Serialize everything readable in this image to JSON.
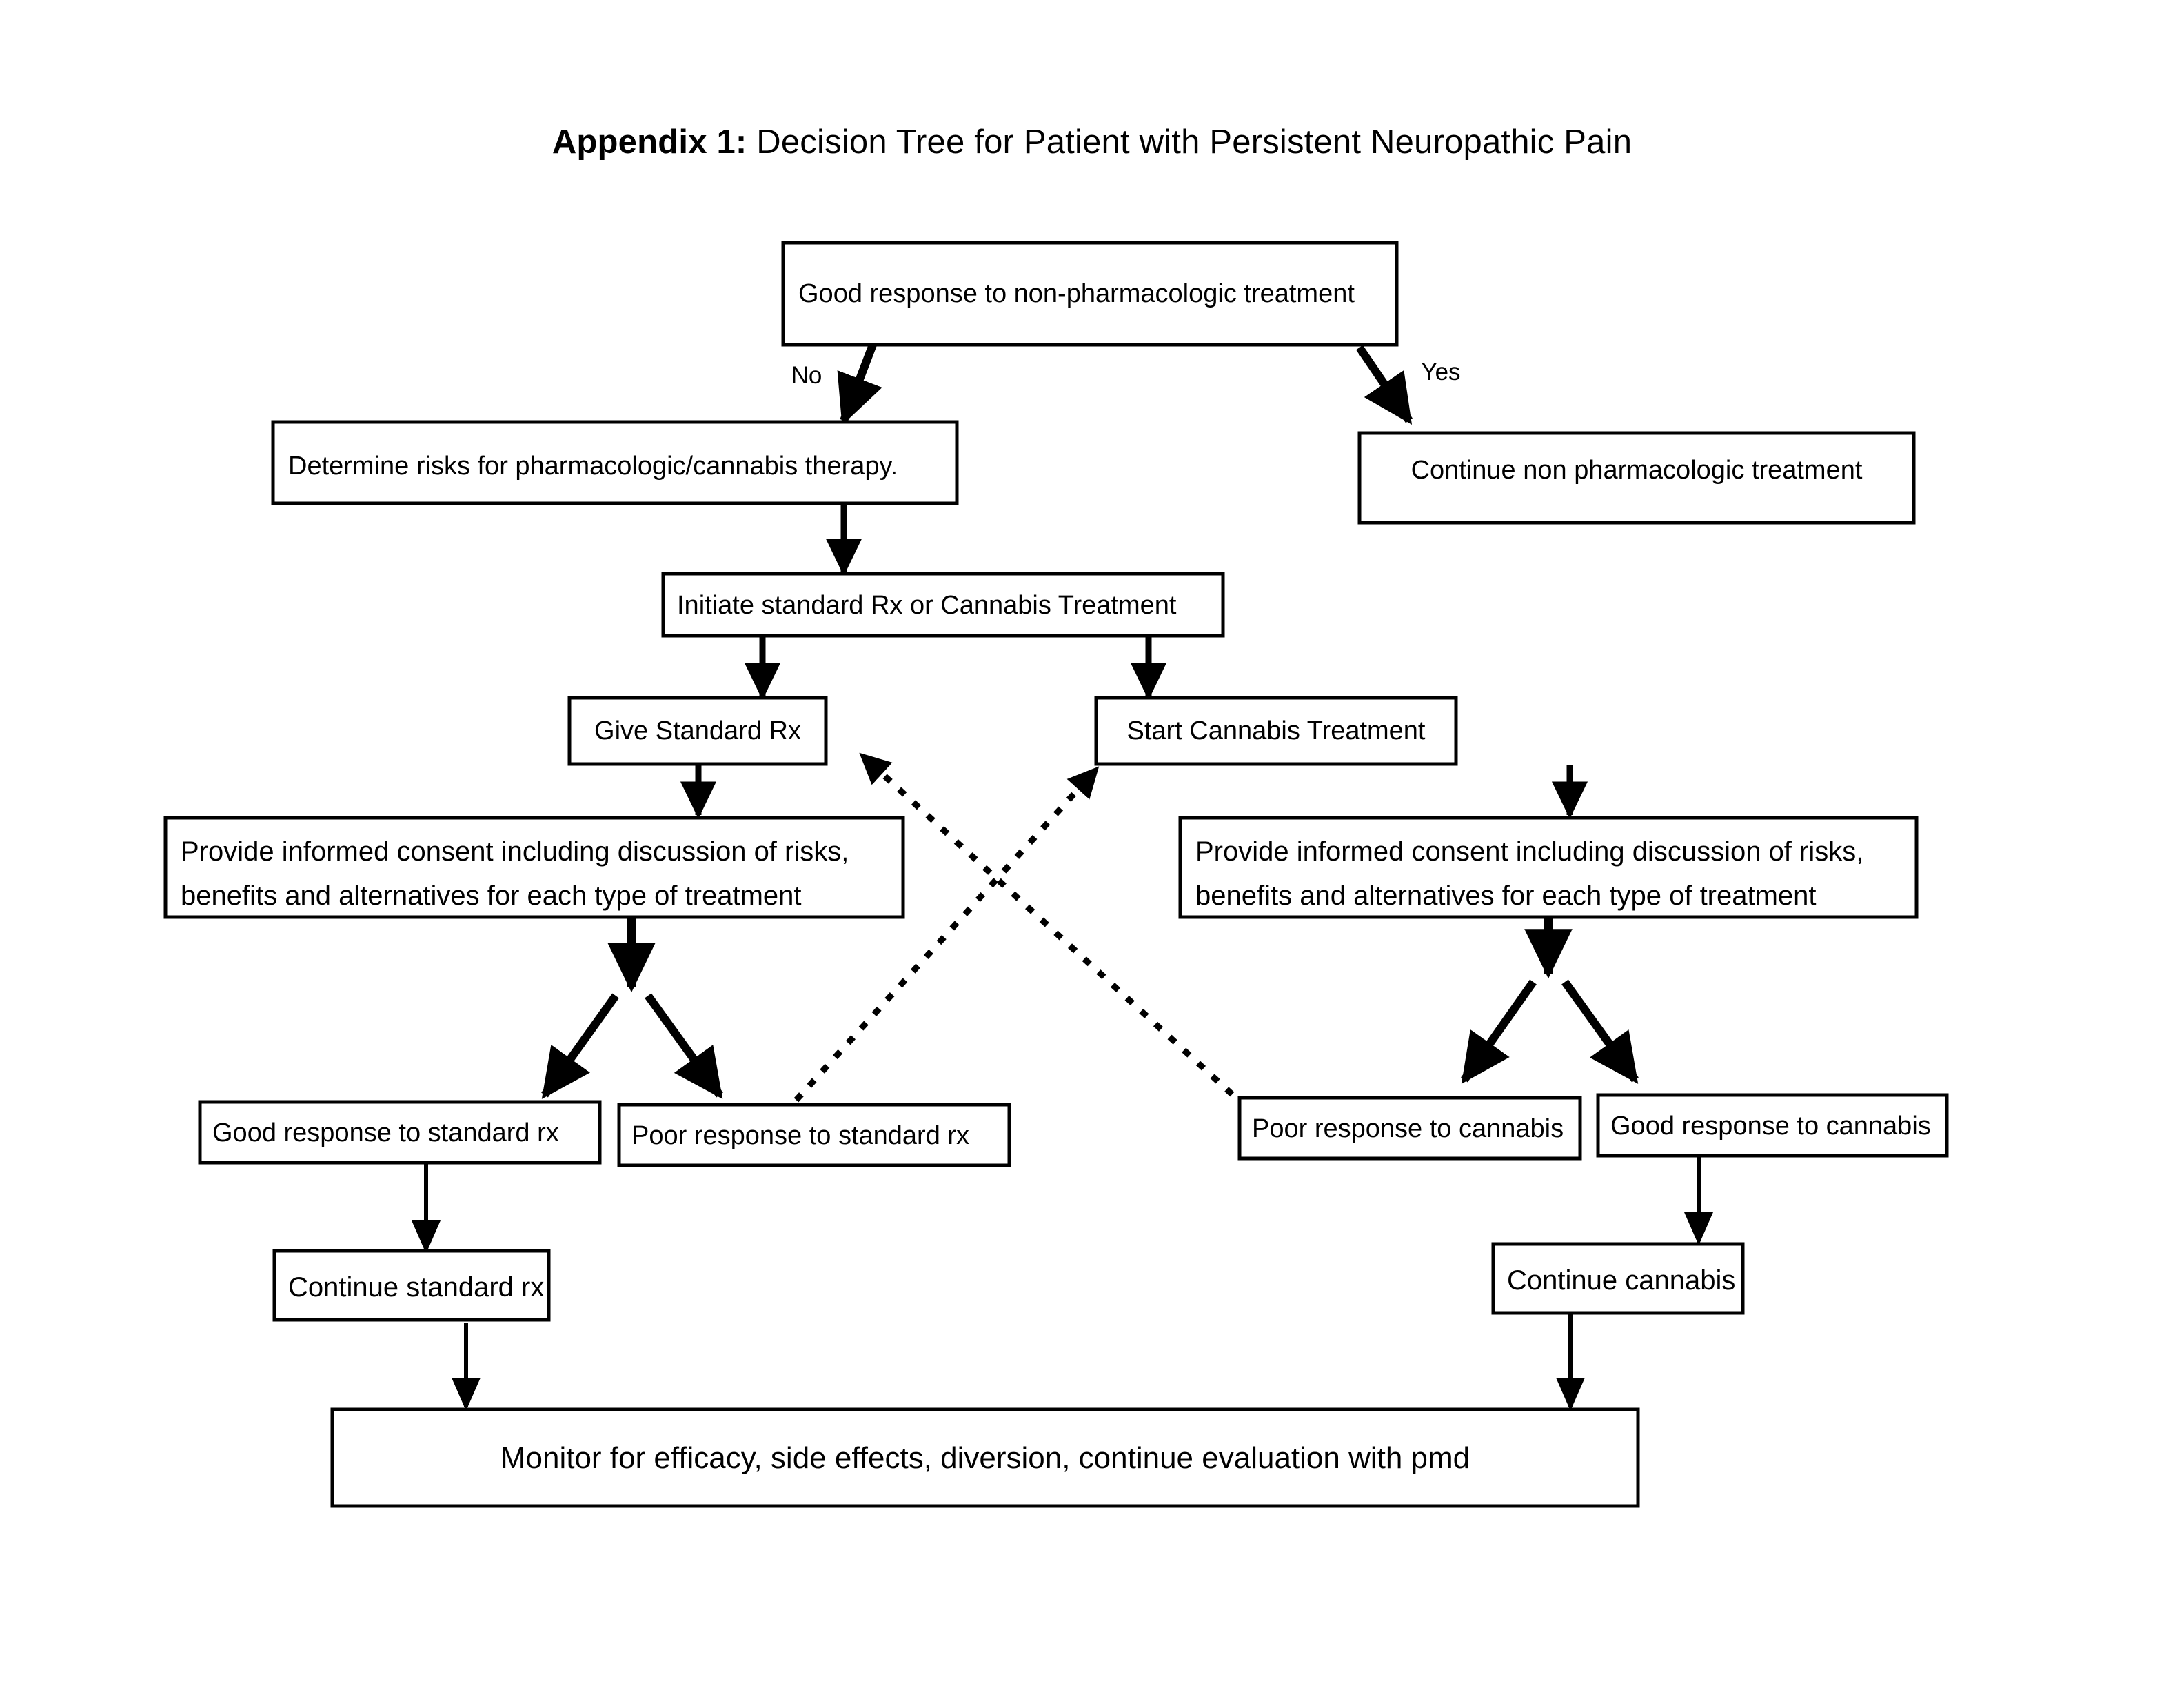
{
  "title": {
    "prefix": "Appendix 1:",
    "rest": " Decision Tree for Patient with Persistent Neuropathic Pain"
  },
  "colors": {
    "background": "#ffffff",
    "stroke": "#000000",
    "text": "#000000"
  },
  "nodes": {
    "root": "Good response to non-pharmacologic treatment",
    "determine_risks": "Determine risks for pharmacologic/cannabis therapy.",
    "continue_non_pharm": "Continue non pharmacologic treatment",
    "initiate": "Initiate standard Rx or Cannabis Treatment",
    "give_standard": "Give Standard Rx",
    "start_cannabis": "Start Cannabis Treatment",
    "consent_left_line1": "Provide informed consent including discussion of risks,",
    "consent_left_line2": "benefits and alternatives for each type of treatment",
    "consent_right_line1": "Provide informed consent including discussion of risks,",
    "consent_right_line2": "benefits and alternatives for each type of treatment",
    "good_standard": "Good response to standard rx",
    "poor_standard": "Poor response to standard rx",
    "poor_cannabis": "Poor response to cannabis",
    "good_cannabis": "Good response to cannabis",
    "continue_standard": "Continue standard rx",
    "continue_cannabis": "Continue cannabis",
    "monitor": "Monitor for efficacy, side effects, diversion, continue evaluation with pmd"
  },
  "edge_labels": {
    "no": "No",
    "yes": "Yes"
  }
}
